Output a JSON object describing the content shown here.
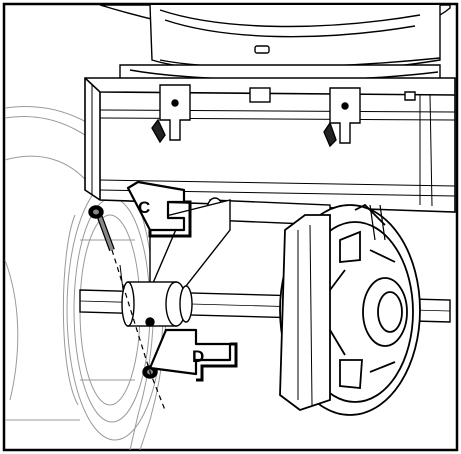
{
  "figure": {
    "callouts": [
      {
        "id": "C",
        "label": "C"
      },
      {
        "id": "D",
        "label": "D"
      }
    ]
  }
}
